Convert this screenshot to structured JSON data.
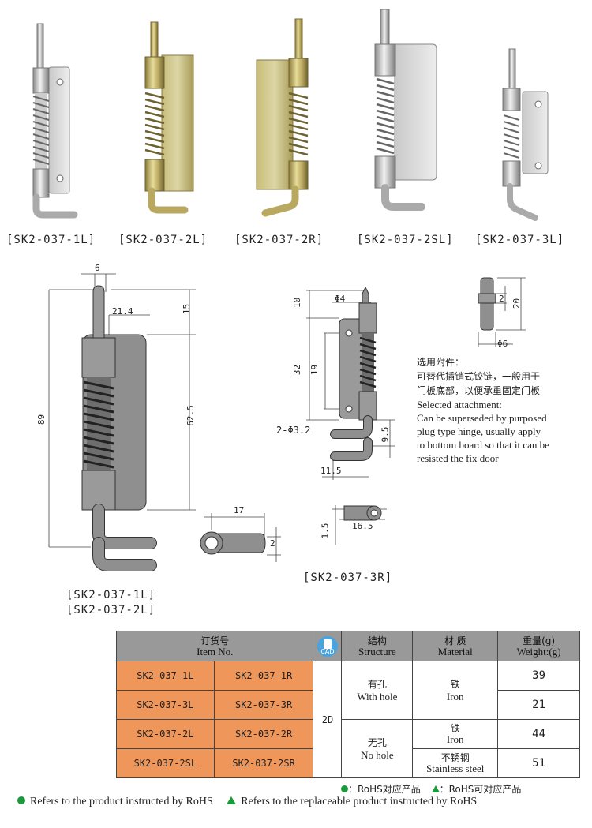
{
  "products": [
    {
      "code": "[SK2-037-1L]"
    },
    {
      "code": "[SK2-037-2L]"
    },
    {
      "code": "[SK2-037-2R]"
    },
    {
      "code": "[SK2-037-2SL]"
    },
    {
      "code": "[SK2-037-3L]"
    }
  ],
  "drawing1": {
    "dim_6": "6",
    "dim_21_4": "21.4",
    "dim_15": "15",
    "dim_89": "89",
    "dim_62_5": "62.5",
    "dim_17": "17",
    "dim_2": "2",
    "label_1": "[SK2-037-1L]",
    "label_2": "[SK2-037-2L]"
  },
  "drawing2": {
    "dim_10": "10",
    "dim_phi4": "Φ4",
    "dim_32": "32",
    "dim_19": "19",
    "dim_holes": "2-Φ3.2",
    "dim_9_5": "9.5",
    "dim_11_5": "11.5",
    "dim_1_5": "1.5",
    "dim_16_5": "16.5",
    "label": "[SK2-037-3R]"
  },
  "drawing3": {
    "dim_2": "2",
    "dim_20": "20",
    "dim_phi6": "Φ6"
  },
  "attachment": {
    "cn_title": "选用附件：",
    "cn_line1": "可替代插销式铰链，一般用于",
    "cn_line2": "门板底部，以便承重固定门板",
    "en_title": "Selected attachment:",
    "en_line1": "Can be superseded by purposed",
    "en_line2": "plug type hinge, usually apply",
    "en_line3": "to bottom board so that it can be",
    "en_line4": "resisted the fix door"
  },
  "table": {
    "h_item_cn": "订货号",
    "h_item_en": "Item No.",
    "h_cad": "CAD",
    "h_struct_cn": "结构",
    "h_struct_en": "Structure",
    "h_mat_cn": "材 质",
    "h_mat_en": "Material",
    "h_weight_cn": "重量(g)",
    "h_weight_en": "Weight:(g)",
    "rows": [
      {
        "a": "SK2-037-1L",
        "b": "SK2-037-1R",
        "weight": "39"
      },
      {
        "a": "SK2-037-3L",
        "b": "SK2-037-3R",
        "weight": "21"
      },
      {
        "a": "SK2-037-2L",
        "b": "SK2-037-2R",
        "weight": "44"
      },
      {
        "a": "SK2-037-2SL",
        "b": "SK2-037-2SR",
        "weight": "51"
      }
    ],
    "cad_value": "2D",
    "struct1_cn": "有孔",
    "struct1_en": "With hole",
    "struct2_cn": "无孔",
    "struct2_en": "No hole",
    "mat1_cn": "铁",
    "mat1_en": "Iron",
    "mat2_cn": "铁",
    "mat2_en": "Iron",
    "mat3_cn": "不锈钢",
    "mat3_en": "Stainless steel"
  },
  "legend": {
    "rohs_cn": "：RoHS对应产品",
    "rohs_replace_cn": "：RoHS可对应产品",
    "rohs_en": "Refers to the product instructed by RoHS",
    "rohs_replace_en": "Refers to the replaceable product instructed by RoHS",
    "colors": {
      "rohs": "#1a9a3a",
      "replace": "#1a9a3a",
      "orange": "#ef965b",
      "gray": "#999999"
    }
  }
}
